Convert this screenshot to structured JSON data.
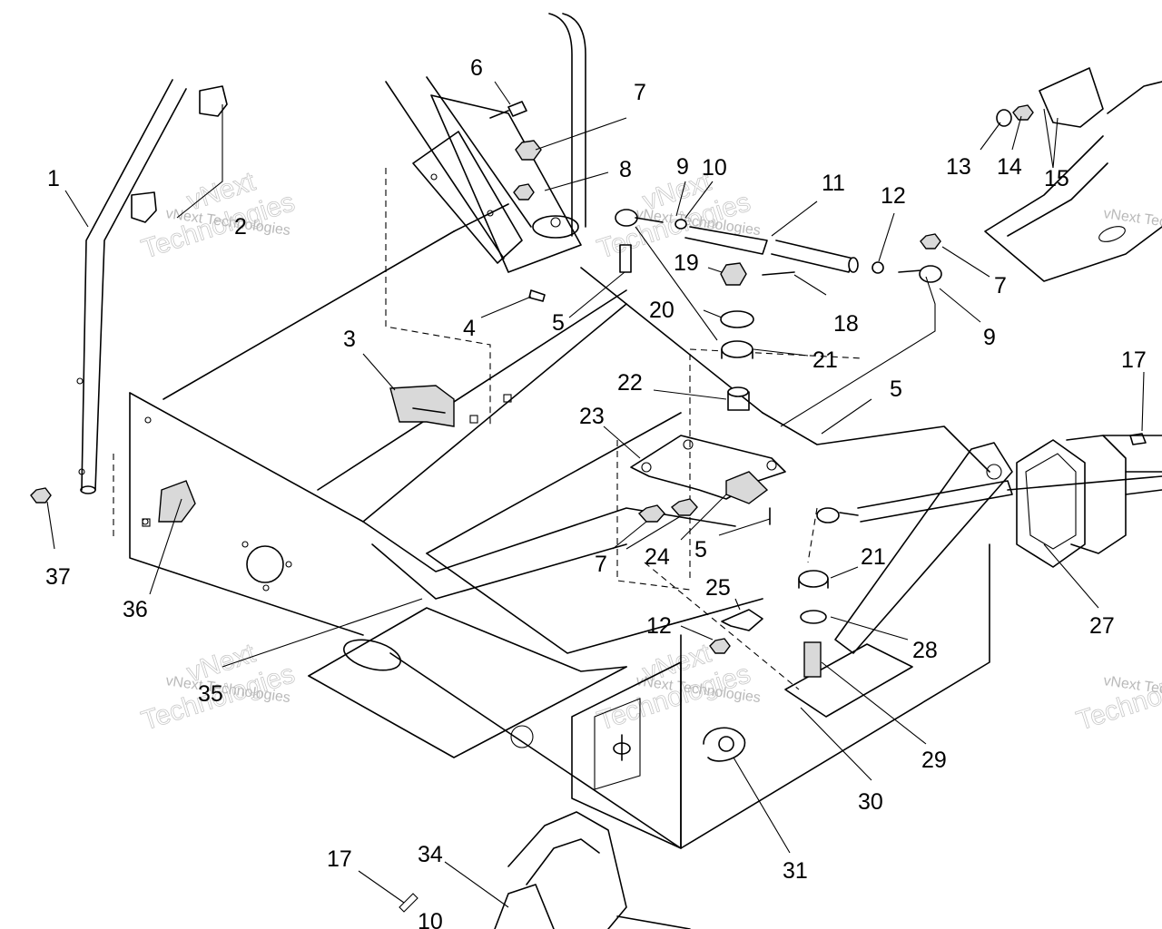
{
  "watermark": {
    "line1": "vNext",
    "line2": "Technologies",
    "inline": "vNext Technologies"
  },
  "callouts": [
    {
      "id": "c-1",
      "text": "1"
    },
    {
      "id": "c-2",
      "text": "2"
    },
    {
      "id": "c-3",
      "text": "3"
    },
    {
      "id": "c-4",
      "text": "4"
    },
    {
      "id": "c-5a",
      "text": "5"
    },
    {
      "id": "c-5b",
      "text": "5"
    },
    {
      "id": "c-5c",
      "text": "5"
    },
    {
      "id": "c-6",
      "text": "6"
    },
    {
      "id": "c-7a",
      "text": "7"
    },
    {
      "id": "c-7b",
      "text": "7"
    },
    {
      "id": "c-7c",
      "text": "7"
    },
    {
      "id": "c-8",
      "text": "8"
    },
    {
      "id": "c-9a",
      "text": "9"
    },
    {
      "id": "c-9b",
      "text": "9"
    },
    {
      "id": "c-10a",
      "text": "10"
    },
    {
      "id": "c-10b",
      "text": "10"
    },
    {
      "id": "c-11",
      "text": "11"
    },
    {
      "id": "c-12a",
      "text": "12"
    },
    {
      "id": "c-12b",
      "text": "12"
    },
    {
      "id": "c-13",
      "text": "13"
    },
    {
      "id": "c-14",
      "text": "14"
    },
    {
      "id": "c-15",
      "text": "15"
    },
    {
      "id": "c-17a",
      "text": "17"
    },
    {
      "id": "c-17b",
      "text": "17"
    },
    {
      "id": "c-18",
      "text": "18"
    },
    {
      "id": "c-19",
      "text": "19"
    },
    {
      "id": "c-20",
      "text": "20"
    },
    {
      "id": "c-21a",
      "text": "21"
    },
    {
      "id": "c-21b",
      "text": "21"
    },
    {
      "id": "c-22",
      "text": "22"
    },
    {
      "id": "c-23",
      "text": "23"
    },
    {
      "id": "c-24",
      "text": "24"
    },
    {
      "id": "c-25",
      "text": "25"
    },
    {
      "id": "c-27",
      "text": "27"
    },
    {
      "id": "c-28",
      "text": "28"
    },
    {
      "id": "c-29",
      "text": "29"
    },
    {
      "id": "c-30",
      "text": "30"
    },
    {
      "id": "c-31",
      "text": "31"
    },
    {
      "id": "c-34",
      "text": "34"
    },
    {
      "id": "c-35",
      "text": "35"
    },
    {
      "id": "c-36",
      "text": "36"
    },
    {
      "id": "c-37",
      "text": "37"
    }
  ]
}
